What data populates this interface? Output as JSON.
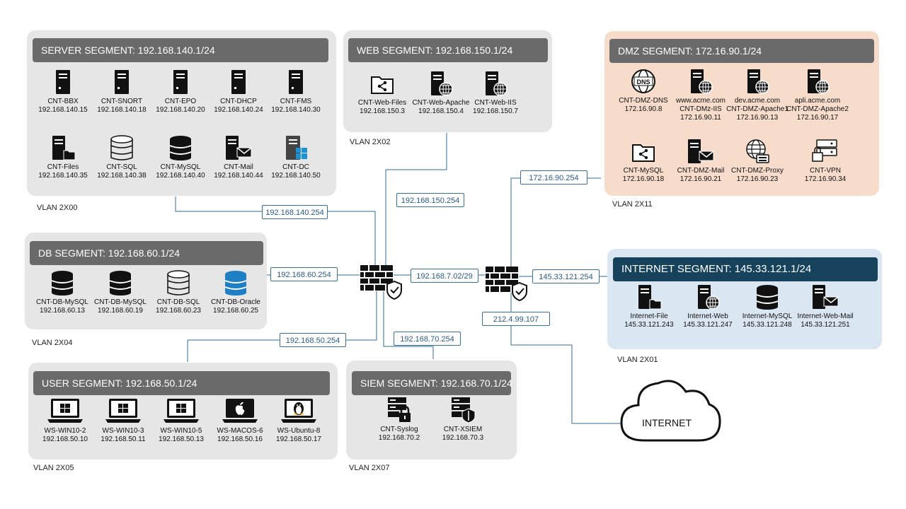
{
  "segments": {
    "server": {
      "title": "SERVER SEGMENT: 192.168.140.1/24",
      "vlan": "VLAN 2X00",
      "nodes": [
        {
          "name": "CNT-BBX",
          "ip": "192.168.140.15",
          "icon": "server-tower-icon"
        },
        {
          "name": "CNT-SNORT",
          "ip": "192.168.140.18",
          "icon": "server-tower-icon"
        },
        {
          "name": "CNT-EPO",
          "ip": "192.168.140.20",
          "icon": "server-tower-icon"
        },
        {
          "name": "CNT-DHCP",
          "ip": "192.168.140.24",
          "icon": "server-tower-icon"
        },
        {
          "name": "CNT-FMS",
          "ip": "192.168.140.30",
          "icon": "server-tower-icon"
        },
        {
          "name": "CNT-Files",
          "ip": "192.168.140.35",
          "icon": "file-server-icon"
        },
        {
          "name": "CNT-SQL",
          "ip": "192.168.140.38",
          "icon": "database-outline-icon"
        },
        {
          "name": "CNT-MySQL",
          "ip": "192.168.140.40",
          "icon": "database-icon"
        },
        {
          "name": "CNT-Mail",
          "ip": "192.168.140.44",
          "icon": "mail-server-icon"
        },
        {
          "name": "CNT-DC",
          "ip": "192.168.140.50",
          "icon": "windows-server-icon"
        }
      ]
    },
    "web": {
      "title": "WEB SEGMENT: 192.168.150.1/24",
      "vlan": "VLAN 2X02",
      "nodes": [
        {
          "name": "CNT-Web-Files",
          "ip": "192.168.150.3",
          "icon": "shared-folder-icon"
        },
        {
          "name": "CNT-Web-Apache",
          "ip": "192.168.150.4",
          "icon": "web-server-icon"
        },
        {
          "name": "CNT-Web-IIS",
          "ip": "192.168.150.7",
          "icon": "web-server-icon"
        }
      ]
    },
    "dmz": {
      "title": "DMZ SEGMENT: 172.16.90.1/24",
      "vlan": "VLAN 2X11",
      "nodes": [
        {
          "name": "CNT-DMZ-DNS",
          "host": "",
          "ip": "172.16.90.8",
          "icon": "dns-icon"
        },
        {
          "name": "CNT-DMz-IIS",
          "host": "www.acme.com",
          "ip": "172.16.90.11",
          "icon": "web-server-icon"
        },
        {
          "name": "CNT-DMZ-Apache1",
          "host": "dev.acme.com",
          "ip": "172.16.90.13",
          "icon": "web-server-icon"
        },
        {
          "name": "CNT-DMZ-Apache2",
          "host": "apli.acme.com",
          "ip": "172.16.90.17",
          "icon": "web-server-icon"
        },
        {
          "name": "CNT-MySQL",
          "host": "",
          "ip": "172.16.90.18",
          "icon": "shared-folder-icon"
        },
        {
          "name": "CNT-DMZ-Mail",
          "host": "",
          "ip": "172.16.90.21",
          "icon": "mail-server-icon"
        },
        {
          "name": "CNT-DMZ-Proxy",
          "host": "",
          "ip": "172.16.90.23",
          "icon": "proxy-globe-icon"
        },
        {
          "name": "CNT-VPN",
          "host": "",
          "ip": "172.16.90.34",
          "icon": "vpn-server-icon"
        }
      ]
    },
    "db": {
      "title": "DB SEGMENT: 192.168.60.1/24",
      "vlan": "VLAN 2X04",
      "nodes": [
        {
          "name": "CNT-DB-MySQL",
          "ip": "192.168.60.13",
          "icon": "database-icon"
        },
        {
          "name": "CNT-DB-MySQL",
          "ip": "192.168.60.19",
          "icon": "database-icon"
        },
        {
          "name": "CNT-DB-SQL",
          "ip": "192.168.60.23",
          "icon": "database-outline-icon"
        },
        {
          "name": "CNT-DB-Oracle",
          "ip": "192.168.60.25",
          "icon": "database-blue-icon"
        }
      ]
    },
    "internet_seg": {
      "title": "INTERNET  SEGMENT: 145.33.121.1/24",
      "vlan": "VLAN 2X01",
      "nodes": [
        {
          "name": "Internet-File",
          "ip": "145.33.121.243",
          "icon": "file-server-icon"
        },
        {
          "name": "Internet-Web",
          "ip": "145.33.121.247",
          "icon": "web-server-icon"
        },
        {
          "name": "Internet-MySQL",
          "ip": "145.33.121.248",
          "icon": "database-icon"
        },
        {
          "name": "Internet-Web-Mail",
          "ip": "145.33.121.251",
          "icon": "mail-server-icon"
        }
      ]
    },
    "user": {
      "title": "USER SEGMENT: 192.168.50.1/24",
      "vlan": "VLAN 2X05",
      "nodes": [
        {
          "name": "WS-WIN10-2",
          "ip": "192.168.50.10",
          "icon": "windows-laptop-icon"
        },
        {
          "name": "WS-WIN10-3",
          "ip": "192.168.50.11",
          "icon": "windows-laptop-icon"
        },
        {
          "name": "WS-WIN10-5",
          "ip": "192.168.50.13",
          "icon": "windows-laptop-icon"
        },
        {
          "name": "WS-MACOS-6",
          "ip": "192.168.50.16",
          "icon": "apple-laptop-icon"
        },
        {
          "name": "WS-Ubuntu-8",
          "ip": "192.168.50.17",
          "icon": "linux-laptop-icon"
        }
      ]
    },
    "siem": {
      "title": "SIEM SEGMENT: 192.168.70.1/24",
      "vlan": "VLAN 2X07",
      "nodes": [
        {
          "name": "CNT-Syslog",
          "ip": "192.168.70.2",
          "icon": "syslog-lock-icon"
        },
        {
          "name": "CNT-XSIEM",
          "ip": "192.168.70.3",
          "icon": "siem-shield-icon"
        }
      ]
    }
  },
  "links": {
    "server": "192.168.140.254",
    "web": "192.168.150.254",
    "dmz": "172.16.90.254",
    "db": "192.168.60.254",
    "transit": "192.168.7.02/29",
    "internet_seg": "145.33.121.254",
    "user": "192.168.50.254",
    "siem": "192.168.70.254",
    "wan": "212.4.99.107"
  },
  "internet_cloud": "INTERNET",
  "colors": {
    "wire": "#2f6e99",
    "header_gray": "#6a6a6a",
    "header_blue": "#16425b",
    "dmz_bg": "#f7dccb",
    "inet_bg": "#dbe6f3"
  }
}
